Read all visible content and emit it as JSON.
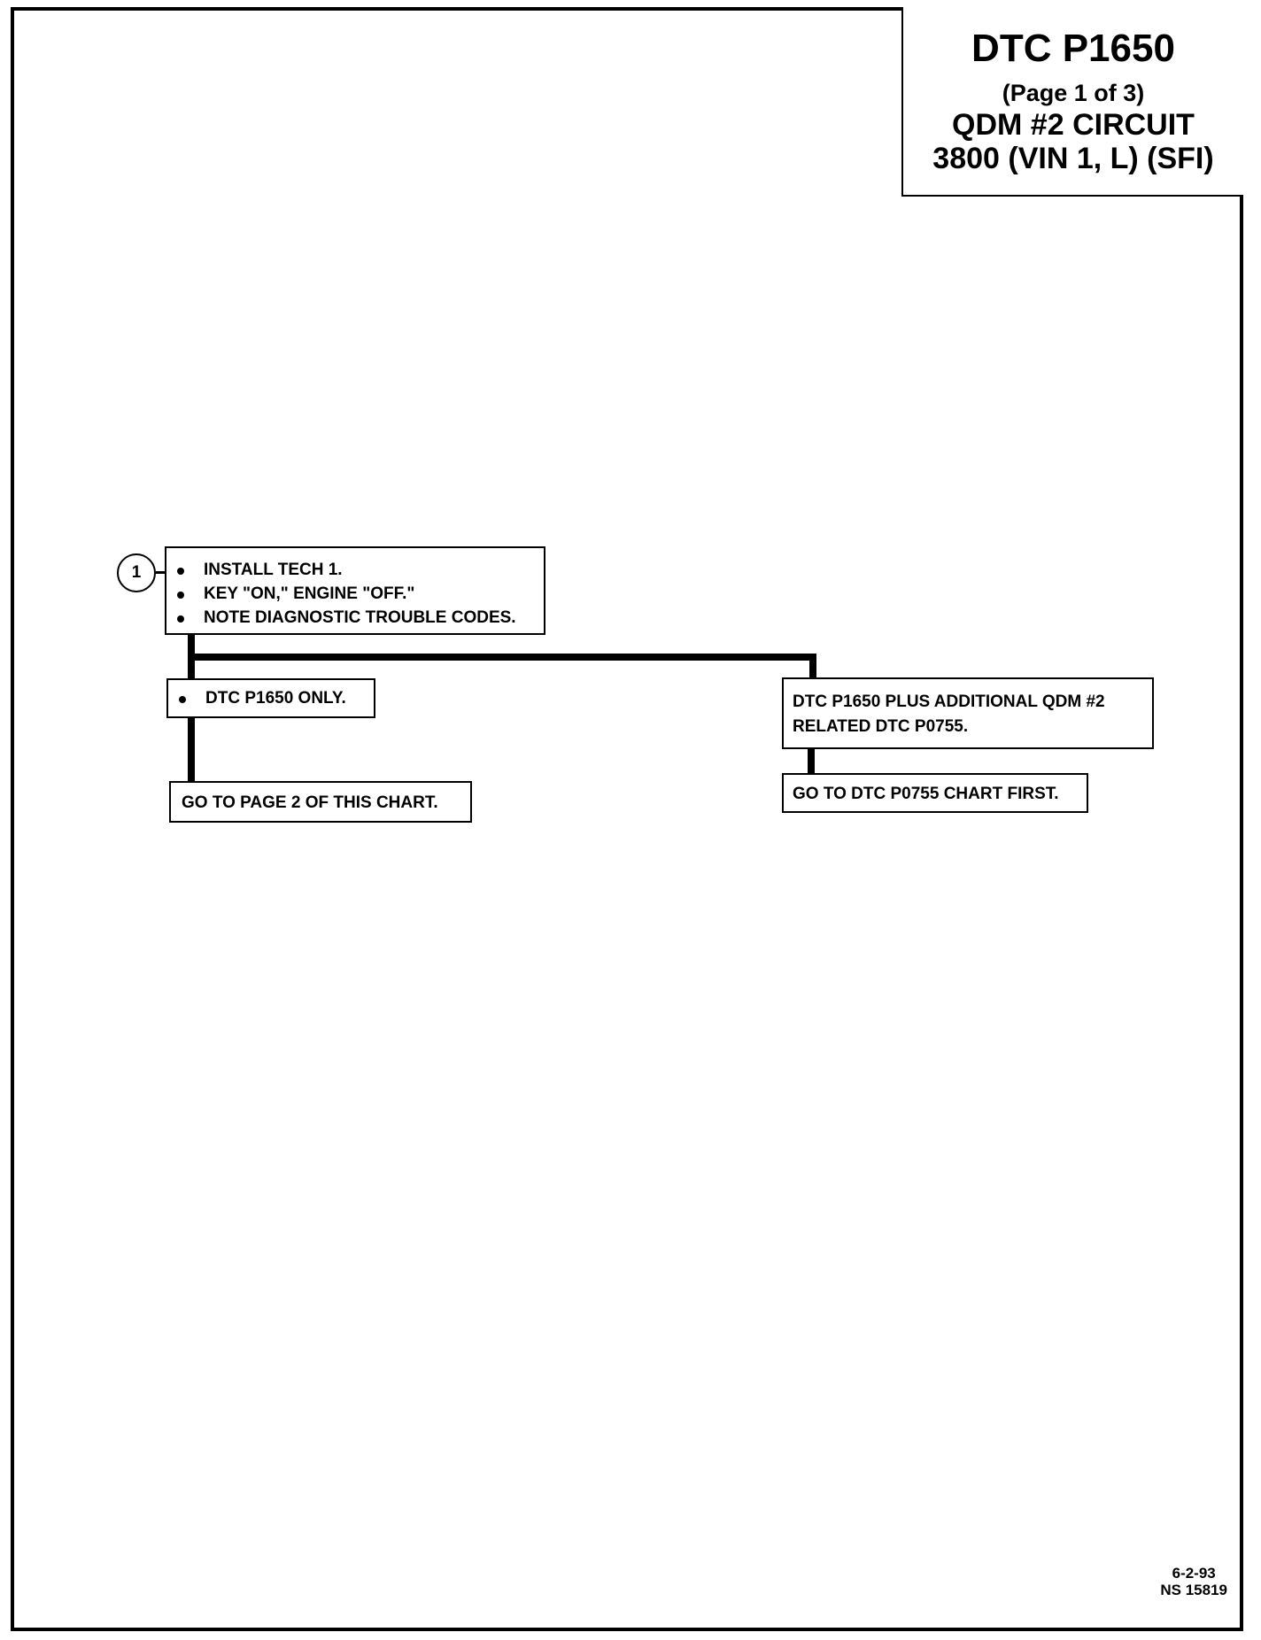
{
  "title_block": {
    "code": "DTC P1650",
    "page": "(Page 1 of 3)",
    "circuit": "QDM #2 CIRCUIT",
    "engine": "3800  (VIN 1, L)  (SFI)"
  },
  "step": {
    "number": "1",
    "actions": [
      "INSTALL TECH 1.",
      "KEY \"ON,\" ENGINE \"OFF.\"",
      "NOTE DIAGNOSTIC TROUBLE CODES."
    ]
  },
  "branches": {
    "left": {
      "condition": "DTC P1650 ONLY.",
      "result": "GO TO PAGE 2 OF THIS CHART."
    },
    "right": {
      "condition_line1": "DTC P1650 PLUS ADDITIONAL QDM #2",
      "condition_line2": "RELATED DTC P0755.",
      "result": "GO TO DTC P0755 CHART FIRST."
    }
  },
  "footer": {
    "date": "6-2-93",
    "ref": "NS 15819"
  }
}
